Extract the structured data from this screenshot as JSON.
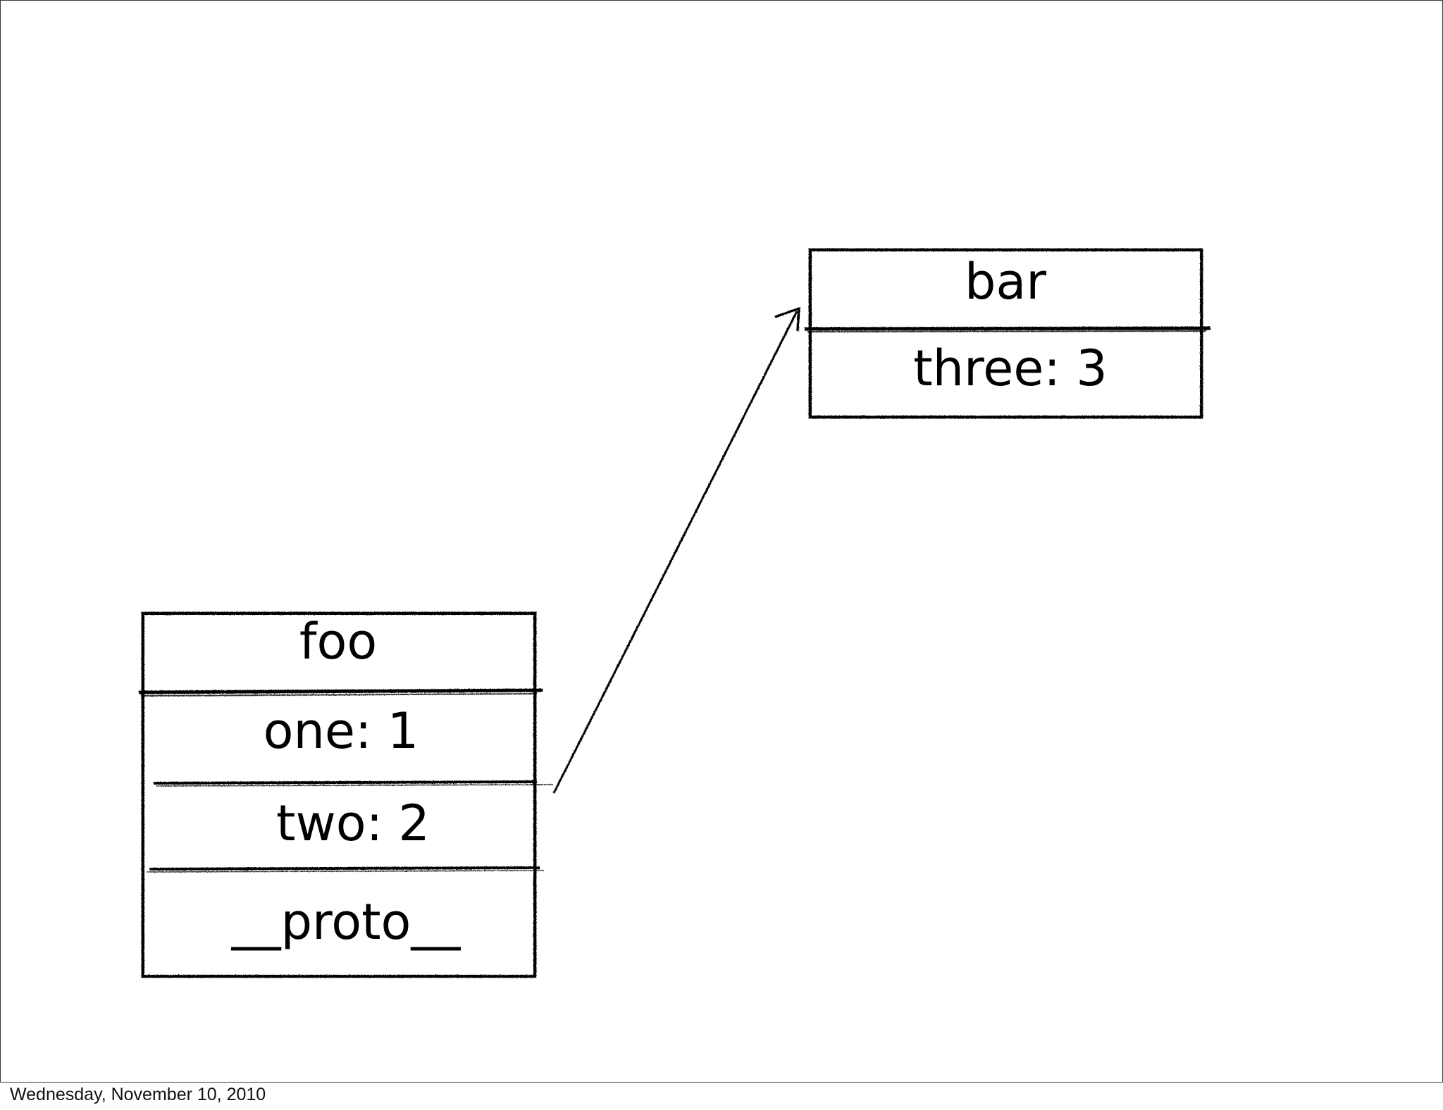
{
  "diagram": {
    "objects": {
      "bar": {
        "title": "bar",
        "fields": [
          "three: 3"
        ]
      },
      "foo": {
        "title": "foo",
        "fields": [
          "one: 1",
          "two: 2",
          "__proto__"
        ]
      }
    }
  },
  "footer": {
    "date": "Wednesday, November 10, 2010"
  },
  "colors": {
    "ink": "#000000",
    "background": "#ffffff",
    "frame": "#3a3a3a"
  }
}
